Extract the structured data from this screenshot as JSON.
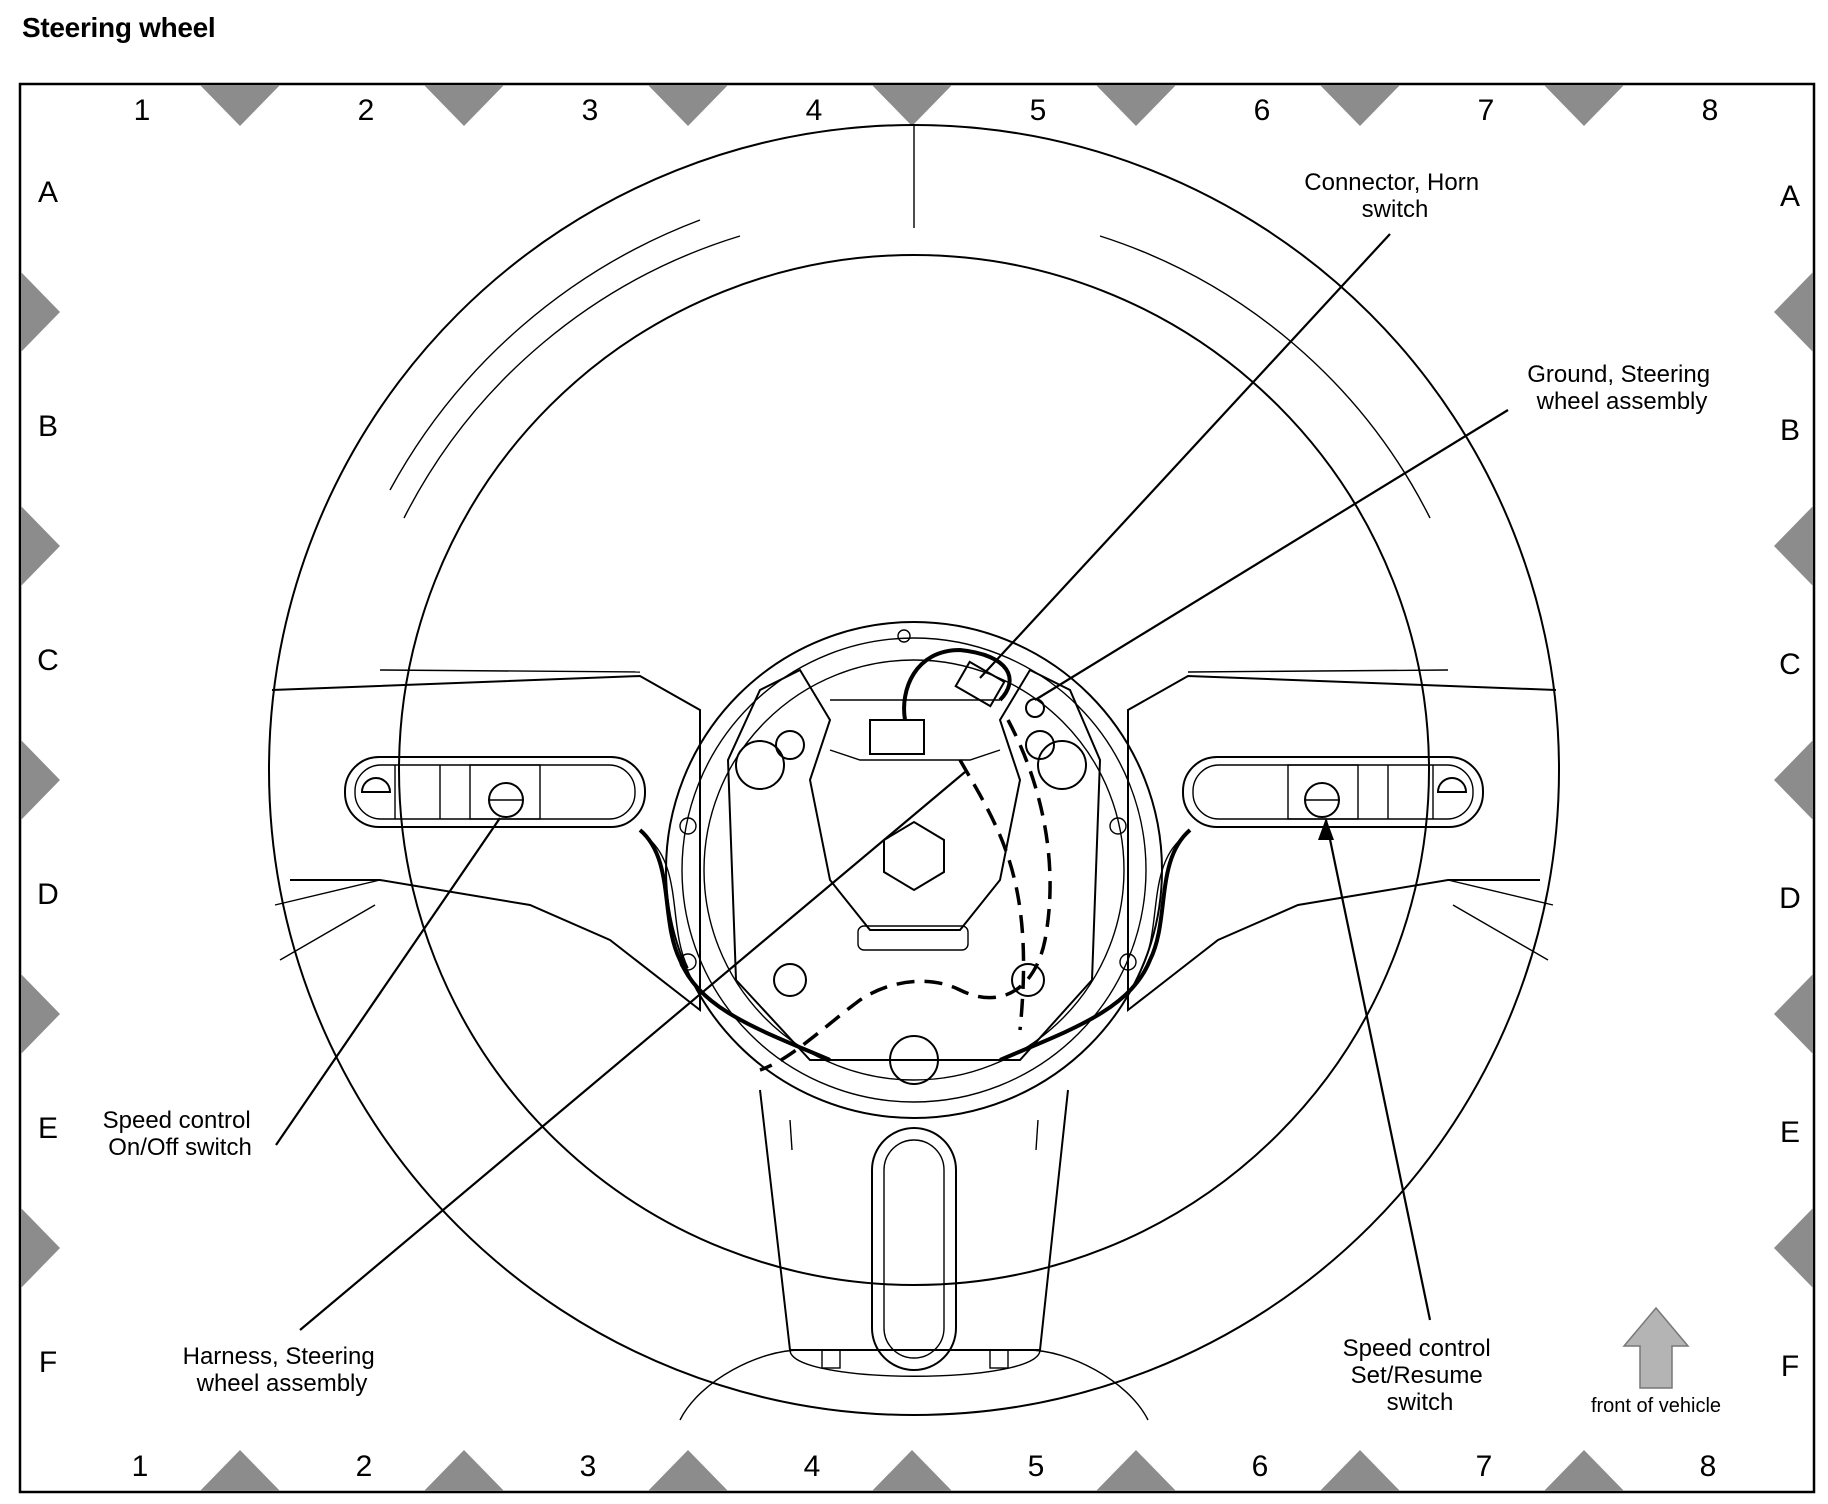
{
  "title": "Steering wheel",
  "grid": {
    "columns": [
      "1",
      "2",
      "3",
      "4",
      "5",
      "6",
      "7",
      "8"
    ],
    "rows": [
      "A",
      "B",
      "C",
      "D",
      "E",
      "F"
    ]
  },
  "callouts": {
    "connector_horn": [
      "Connector, Horn",
      "switch"
    ],
    "ground": [
      "Ground, Steering",
      "wheel assembly"
    ],
    "speed_on_off": [
      "Speed control",
      "On/Off switch"
    ],
    "harness": [
      "Harness, Steering",
      "wheel assembly"
    ],
    "speed_set_resume": [
      "Speed control",
      "Set/Resume",
      "switch"
    ]
  },
  "front_label": "front of vehicle",
  "icons": [
    "front-of-vehicle-arrow-icon",
    "grid-notch-marker"
  ]
}
